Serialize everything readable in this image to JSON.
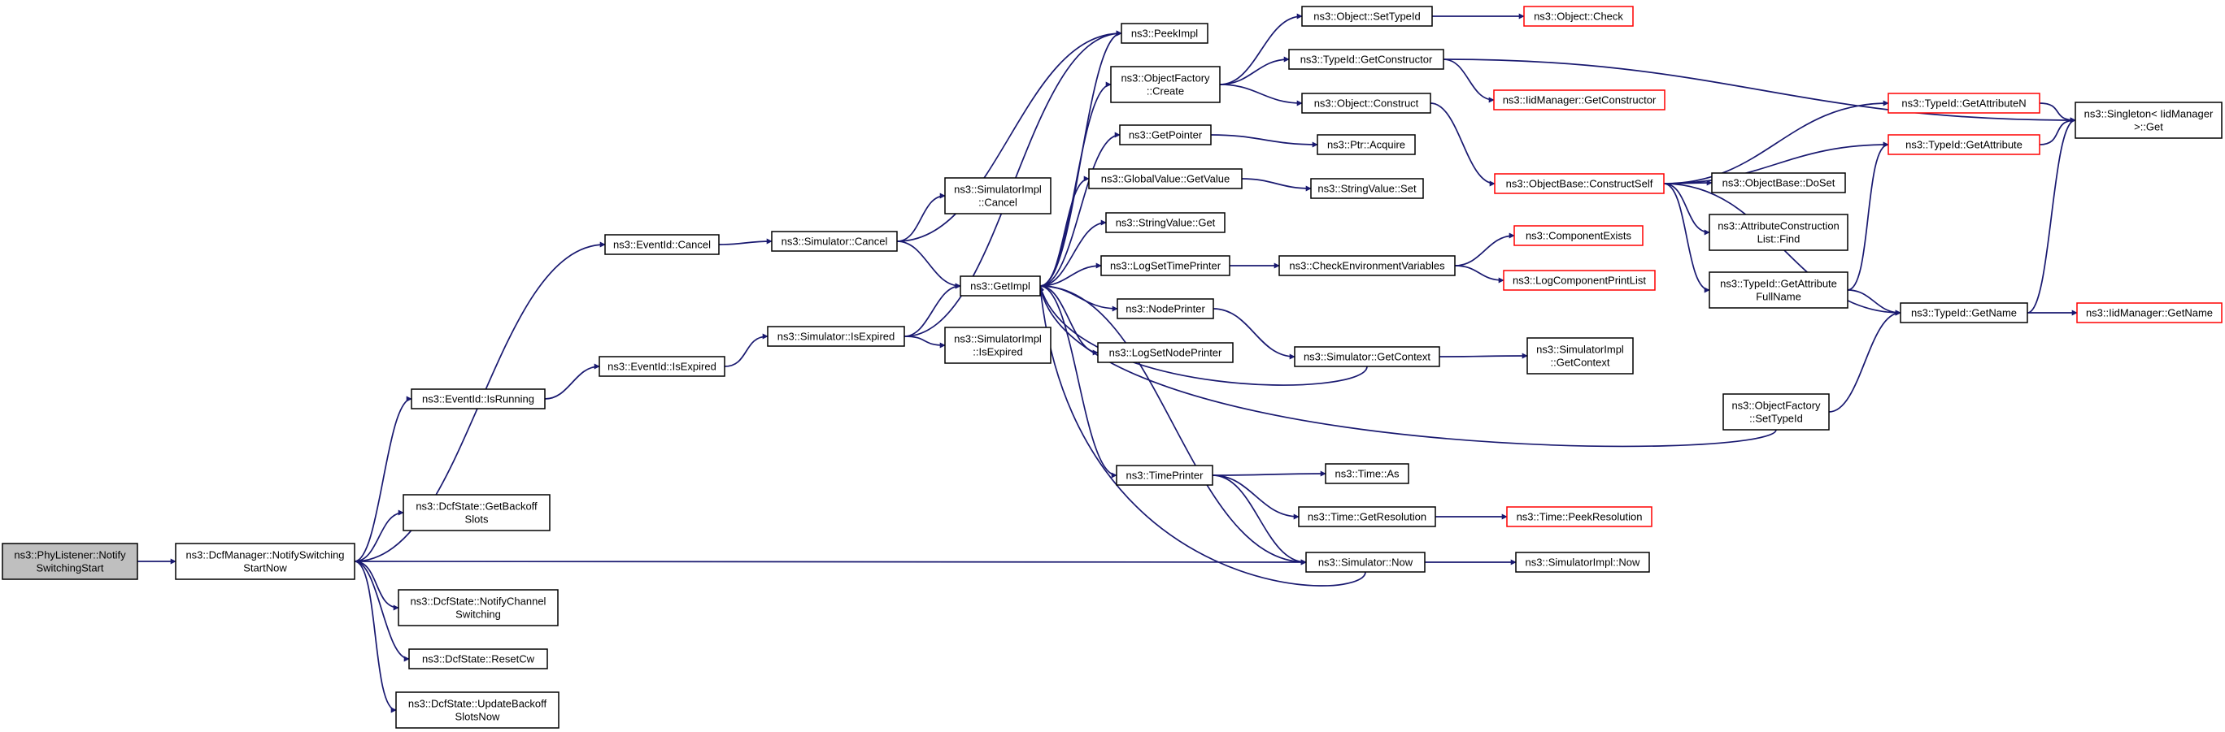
{
  "colors": {
    "edge": "#191970",
    "node_border": "#000000",
    "external_border": "#ff0000",
    "root_fill": "#bfbfbf",
    "node_fill": "#ffffff",
    "text": "#000000"
  },
  "nodes": [
    {
      "id": "phylistener",
      "lines": [
        "ns3::PhyListener::Notify",
        "SwitchingStart"
      ],
      "style": "root"
    },
    {
      "id": "dcfmanager",
      "lines": [
        "ns3::DcfManager::NotifySwitching",
        "StartNow"
      ],
      "style": "normal"
    },
    {
      "id": "eventid_cancel",
      "lines": [
        "ns3::EventId::Cancel"
      ],
      "style": "normal"
    },
    {
      "id": "eventid_isrunning",
      "lines": [
        "ns3::EventId::IsRunning"
      ],
      "style": "normal"
    },
    {
      "id": "dcf_getbackoff",
      "lines": [
        "ns3::DcfState::GetBackoff",
        "Slots"
      ],
      "style": "normal"
    },
    {
      "id": "dcf_notifychannel",
      "lines": [
        "ns3::DcfState::NotifyChannel",
        "Switching"
      ],
      "style": "normal"
    },
    {
      "id": "dcf_resetcw",
      "lines": [
        "ns3::DcfState::ResetCw"
      ],
      "style": "normal"
    },
    {
      "id": "dcf_updatebackoff",
      "lines": [
        "ns3::DcfState::UpdateBackoff",
        "SlotsNow"
      ],
      "style": "normal"
    },
    {
      "id": "eventid_isexpired",
      "lines": [
        "ns3::EventId::IsExpired"
      ],
      "style": "normal"
    },
    {
      "id": "sim_cancel",
      "lines": [
        "ns3::Simulator::Cancel"
      ],
      "style": "normal"
    },
    {
      "id": "sim_isexpired",
      "lines": [
        "ns3::Simulator::IsExpired"
      ],
      "style": "normal"
    },
    {
      "id": "simimpl_cancel",
      "lines": [
        "ns3::SimulatorImpl",
        "::Cancel"
      ],
      "style": "normal"
    },
    {
      "id": "simimpl_isexpired",
      "lines": [
        "ns3::SimulatorImpl",
        "::IsExpired"
      ],
      "style": "normal"
    },
    {
      "id": "getimpl",
      "lines": [
        "ns3::GetImpl"
      ],
      "style": "normal"
    },
    {
      "id": "peekimpl",
      "lines": [
        "ns3::PeekImpl"
      ],
      "style": "normal"
    },
    {
      "id": "objfactory_create",
      "lines": [
        "ns3::ObjectFactory",
        "::Create"
      ],
      "style": "normal"
    },
    {
      "id": "getpointer",
      "lines": [
        "ns3::GetPointer"
      ],
      "style": "normal"
    },
    {
      "id": "globalvalue_getvalue",
      "lines": [
        "ns3::GlobalValue::GetValue"
      ],
      "style": "normal"
    },
    {
      "id": "stringvalue_get",
      "lines": [
        "ns3::StringValue::Get"
      ],
      "style": "normal"
    },
    {
      "id": "logsettimeprinter",
      "lines": [
        "ns3::LogSetTimePrinter"
      ],
      "style": "normal"
    },
    {
      "id": "nodeprinter",
      "lines": [
        "ns3::NodePrinter"
      ],
      "style": "normal"
    },
    {
      "id": "logsetnodeprinter",
      "lines": [
        "ns3::LogSetNodePrinter"
      ],
      "style": "normal"
    },
    {
      "id": "timeprinter",
      "lines": [
        "ns3::TimePrinter"
      ],
      "style": "normal"
    },
    {
      "id": "object_settypeid",
      "lines": [
        "ns3::Object::SetTypeId"
      ],
      "style": "normal"
    },
    {
      "id": "typeid_getconstructor",
      "lines": [
        "ns3::TypeId::GetConstructor"
      ],
      "style": "normal"
    },
    {
      "id": "object_construct",
      "lines": [
        "ns3::Object::Construct"
      ],
      "style": "normal"
    },
    {
      "id": "ptr_acquire",
      "lines": [
        "ns3::Ptr::Acquire"
      ],
      "style": "normal"
    },
    {
      "id": "stringvalue_set",
      "lines": [
        "ns3::StringValue::Set"
      ],
      "style": "normal"
    },
    {
      "id": "check_env",
      "lines": [
        "ns3::CheckEnvironmentVariables"
      ],
      "style": "normal"
    },
    {
      "id": "sim_getcontext",
      "lines": [
        "ns3::Simulator::GetContext"
      ],
      "style": "normal"
    },
    {
      "id": "time_as",
      "lines": [
        "ns3::Time::As"
      ],
      "style": "normal"
    },
    {
      "id": "time_getresolution",
      "lines": [
        "ns3::Time::GetResolution"
      ],
      "style": "normal"
    },
    {
      "id": "sim_now",
      "lines": [
        "ns3::Simulator::Now"
      ],
      "style": "normal"
    },
    {
      "id": "object_check",
      "lines": [
        "ns3::Object::Check"
      ],
      "style": "external"
    },
    {
      "id": "iidmgr_getconstructor",
      "lines": [
        "ns3::IidManager::GetConstructor"
      ],
      "style": "external"
    },
    {
      "id": "objbase_constructself",
      "lines": [
        "ns3::ObjectBase::ConstructSelf"
      ],
      "style": "external"
    },
    {
      "id": "componentexists",
      "lines": [
        "ns3::ComponentExists"
      ],
      "style": "external"
    },
    {
      "id": "logcomponentprintlist",
      "lines": [
        "ns3::LogComponentPrintList"
      ],
      "style": "external"
    },
    {
      "id": "simimpl_getcontext",
      "lines": [
        "ns3::SimulatorImpl",
        "::GetContext"
      ],
      "style": "normal"
    },
    {
      "id": "objfactory_settypeid",
      "lines": [
        "ns3::ObjectFactory",
        "::SetTypeId"
      ],
      "style": "normal"
    },
    {
      "id": "time_peekresolution",
      "lines": [
        "ns3::Time::PeekResolution"
      ],
      "style": "external"
    },
    {
      "id": "simimpl_now",
      "lines": [
        "ns3::SimulatorImpl::Now"
      ],
      "style": "normal"
    },
    {
      "id": "typeid_getattributen",
      "lines": [
        "ns3::TypeId::GetAttributeN"
      ],
      "style": "external"
    },
    {
      "id": "typeid_getattribute",
      "lines": [
        "ns3::TypeId::GetAttribute"
      ],
      "style": "external"
    },
    {
      "id": "objbase_doset",
      "lines": [
        "ns3::ObjectBase::DoSet"
      ],
      "style": "normal"
    },
    {
      "id": "attrconstruction_find",
      "lines": [
        "ns3::AttributeConstruction",
        "List::Find"
      ],
      "style": "normal"
    },
    {
      "id": "typeid_getattrfullname",
      "lines": [
        "ns3::TypeId::GetAttribute",
        "FullName"
      ],
      "style": "normal"
    },
    {
      "id": "typeid_getname",
      "lines": [
        "ns3::TypeId::GetName"
      ],
      "style": "normal"
    },
    {
      "id": "singleton_get",
      "lines": [
        "ns3::Singleton< IidManager",
        " >::Get"
      ],
      "style": "normal"
    },
    {
      "id": "iidmgr_getname",
      "lines": [
        "ns3::IidManager::GetName"
      ],
      "style": "external"
    }
  ],
  "edges": [
    [
      "phylistener",
      "dcfmanager"
    ],
    [
      "dcfmanager",
      "eventid_cancel"
    ],
    [
      "dcfmanager",
      "eventid_isrunning"
    ],
    [
      "dcfmanager",
      "dcf_getbackoff"
    ],
    [
      "dcfmanager",
      "sim_now"
    ],
    [
      "dcfmanager",
      "dcf_notifychannel"
    ],
    [
      "dcfmanager",
      "dcf_resetcw"
    ],
    [
      "dcfmanager",
      "dcf_updatebackoff"
    ],
    [
      "eventid_cancel",
      "sim_cancel"
    ],
    [
      "eventid_isrunning",
      "eventid_isexpired"
    ],
    [
      "eventid_isexpired",
      "sim_isexpired"
    ],
    [
      "sim_cancel",
      "simimpl_cancel"
    ],
    [
      "sim_cancel",
      "getimpl"
    ],
    [
      "sim_cancel",
      "peekimpl"
    ],
    [
      "sim_isexpired",
      "getimpl"
    ],
    [
      "sim_isexpired",
      "simimpl_isexpired"
    ],
    [
      "sim_isexpired",
      "peekimpl"
    ],
    [
      "getimpl",
      "peekimpl"
    ],
    [
      "getimpl",
      "objfactory_create"
    ],
    [
      "getimpl",
      "getpointer"
    ],
    [
      "getimpl",
      "globalvalue_getvalue"
    ],
    [
      "getimpl",
      "stringvalue_get"
    ],
    [
      "getimpl",
      "logsettimeprinter"
    ],
    [
      "getimpl",
      "nodeprinter"
    ],
    [
      "getimpl",
      "logsetnodeprinter"
    ],
    [
      "getimpl",
      "timeprinter"
    ],
    [
      "getimpl",
      "sim_now"
    ],
    [
      "objfactory_create",
      "object_settypeid"
    ],
    [
      "objfactory_create",
      "typeid_getconstructor"
    ],
    [
      "objfactory_create",
      "object_construct"
    ],
    [
      "object_settypeid",
      "object_check"
    ],
    [
      "typeid_getconstructor",
      "iidmgr_getconstructor"
    ],
    [
      "typeid_getconstructor",
      "singleton_get"
    ],
    [
      "object_construct",
      "objbase_constructself"
    ],
    [
      "getpointer",
      "ptr_acquire"
    ],
    [
      "globalvalue_getvalue",
      "stringvalue_set"
    ],
    [
      "logsettimeprinter",
      "check_env"
    ],
    [
      "check_env",
      "componentexists"
    ],
    [
      "check_env",
      "logcomponentprintlist"
    ],
    [
      "nodeprinter",
      "sim_getcontext"
    ],
    [
      "sim_getcontext",
      "getimpl"
    ],
    [
      "sim_getcontext",
      "simimpl_getcontext"
    ],
    [
      "timeprinter",
      "time_as"
    ],
    [
      "timeprinter",
      "time_getresolution"
    ],
    [
      "timeprinter",
      "sim_now"
    ],
    [
      "time_getresolution",
      "time_peekresolution"
    ],
    [
      "sim_now",
      "getimpl"
    ],
    [
      "sim_now",
      "simimpl_now"
    ],
    [
      "objfactory_settypeid",
      "getimpl"
    ],
    [
      "objfactory_settypeid",
      "typeid_getname"
    ],
    [
      "objbase_constructself",
      "typeid_getattributen"
    ],
    [
      "objbase_constructself",
      "typeid_getattribute"
    ],
    [
      "objbase_constructself",
      "objbase_doset"
    ],
    [
      "objbase_constructself",
      "attrconstruction_find"
    ],
    [
      "objbase_constructself",
      "typeid_getattrfullname"
    ],
    [
      "objbase_constructself",
      "typeid_getname"
    ],
    [
      "typeid_getattributen",
      "singleton_get"
    ],
    [
      "typeid_getattribute",
      "singleton_get"
    ],
    [
      "typeid_getattrfullname",
      "typeid_getattribute"
    ],
    [
      "typeid_getattrfullname",
      "typeid_getname"
    ],
    [
      "typeid_getname",
      "singleton_get"
    ],
    [
      "typeid_getname",
      "iidmgr_getname"
    ]
  ]
}
